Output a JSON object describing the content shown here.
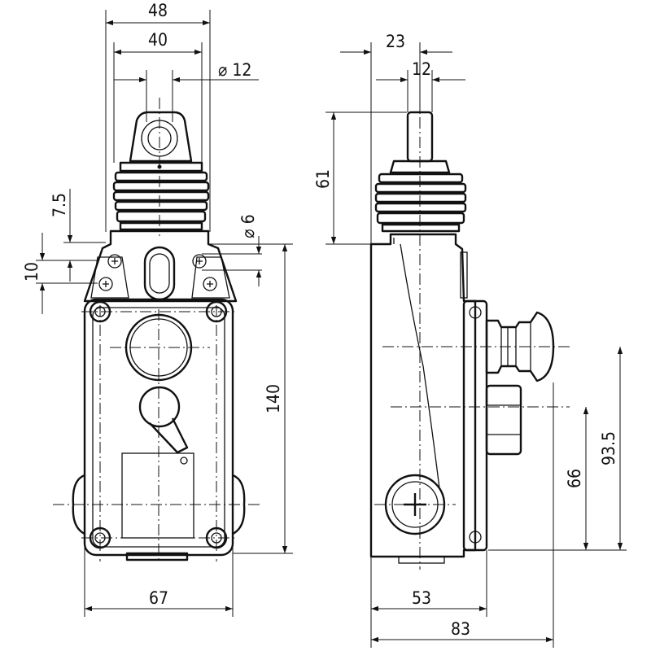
{
  "front_view": {
    "width_top_outer": "48",
    "width_top_inner": "40",
    "diameter_pin": "⌀ 12",
    "diameter_hole": "⌀ 6",
    "offset_7_5": "7.5",
    "offset_10": "10",
    "height_body": "140",
    "width_body": "67"
  },
  "side_view": {
    "width_23": "23",
    "width_12": "12",
    "height_61": "61",
    "depth_53": "53",
    "depth_83": "83",
    "height_66": "66",
    "height_93_5": "93.5"
  }
}
